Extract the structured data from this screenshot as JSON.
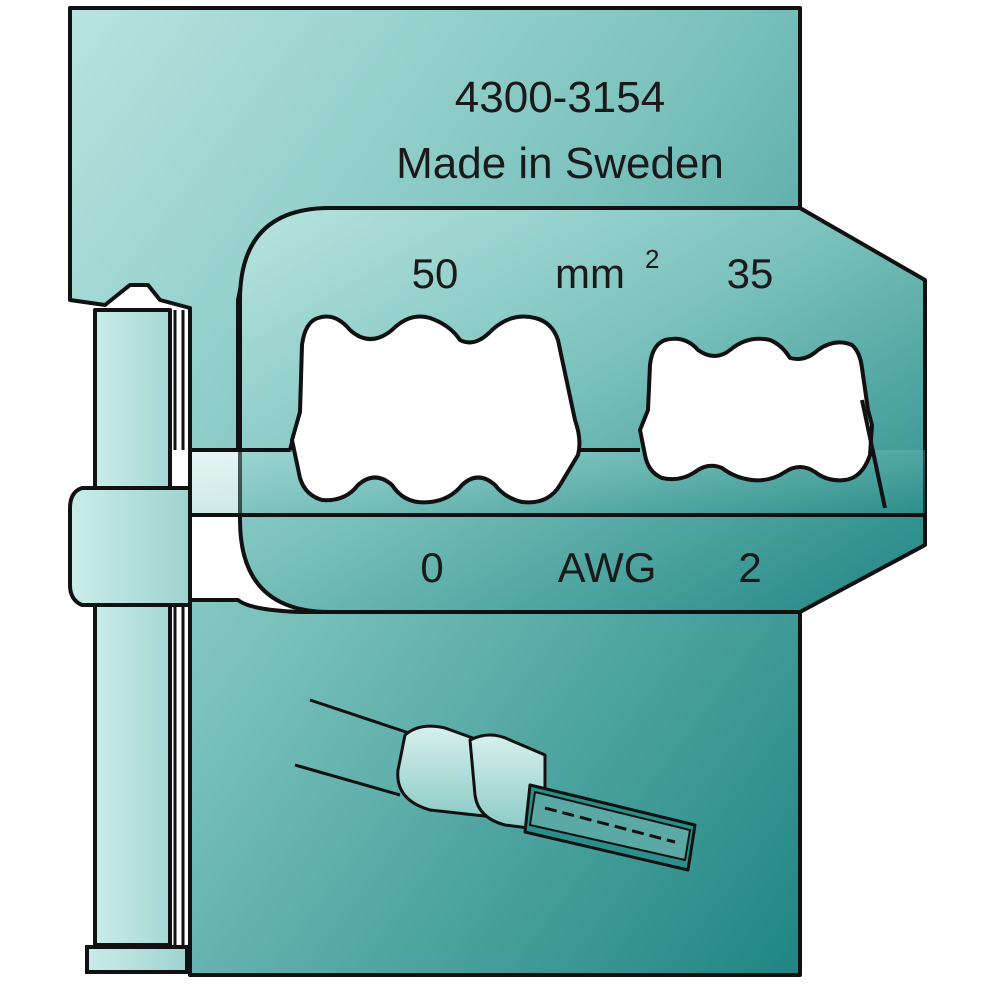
{
  "header": {
    "part_number": "4300-3154",
    "origin": "Made in Sweden"
  },
  "cavities_top": {
    "left_size": "50",
    "unit_base": "mm",
    "unit_exponent": "2",
    "right_size": "35"
  },
  "cavities_bottom": {
    "left_size": "0",
    "unit": "AWG",
    "right_size": "2"
  },
  "colors": {
    "die_body_light": "#a9dcd8",
    "die_body_dark": "#1f8582",
    "outline": "#111111",
    "cavity_fill": "#ffffff"
  },
  "icons": {
    "illustration": "ferrule-on-wire-icon"
  }
}
